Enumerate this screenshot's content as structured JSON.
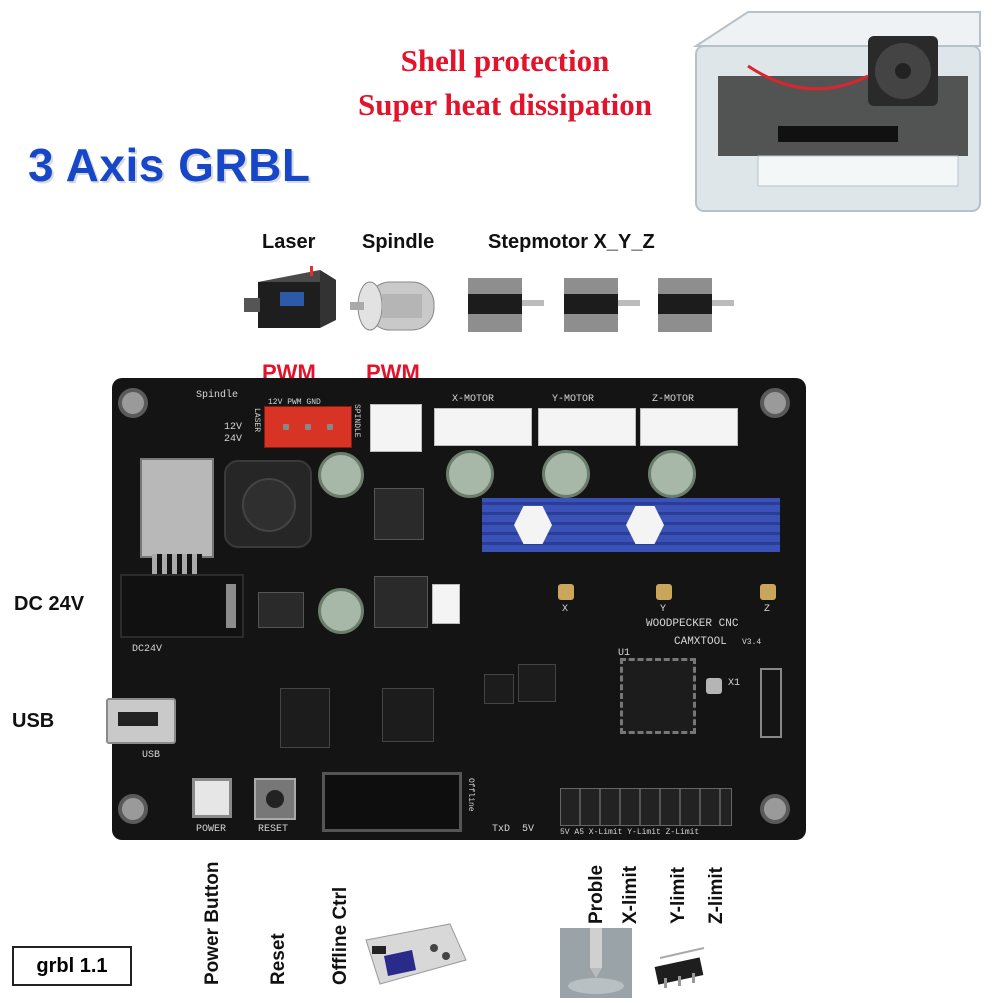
{
  "title": "3 Axis GRBL",
  "shell": {
    "line1": "Shell protection",
    "line2": "Super heat dissipation"
  },
  "components": {
    "laser": "Laser",
    "spindle": "Spindle",
    "stepmotor": "Stepmotor X_Y_Z",
    "pwm_laser": "PWM",
    "pwm_spindle": "PWM"
  },
  "left_labels": {
    "dc": "DC 24V",
    "usb": "USB"
  },
  "bottom_labels": {
    "power": "Power Button",
    "reset": "Reset",
    "offline": "Offline Ctrl",
    "probe": "Proble",
    "xlimit": "X-limit",
    "ylimit": "Y-limit",
    "zlimit": "Z-limit"
  },
  "version": "grbl 1.1",
  "board": {
    "x_motor": "X-MOTOR",
    "y_motor": "Y-MOTOR",
    "z_motor": "Z-MOTOR",
    "spindle": "Spindle",
    "laser": "LASER",
    "laser_pins": "12V PWM GND",
    "spindle_silk": "SPINDLE",
    "brand": "WOODPECKER CNC",
    "brand2": "CAMXTOOL",
    "ver": "V3.4",
    "power": "POWER",
    "reset": "RESET",
    "offline": "Offline",
    "txd": "TxD",
    "v5": "5V",
    "pinrow": "5V A5 X-Limit Y-Limit Z-Limit",
    "u1": "U1",
    "x1": "X1",
    "dc24v": "DC24V",
    "usb": "USB",
    "axis_x": "X",
    "axis_y": "Y",
    "axis_z": "Z",
    "v12": "12V",
    "v24": "24V"
  },
  "colors": {
    "title": "#1747c9",
    "accent_red": "#e3132b",
    "heatsink": "#3a52b8"
  }
}
